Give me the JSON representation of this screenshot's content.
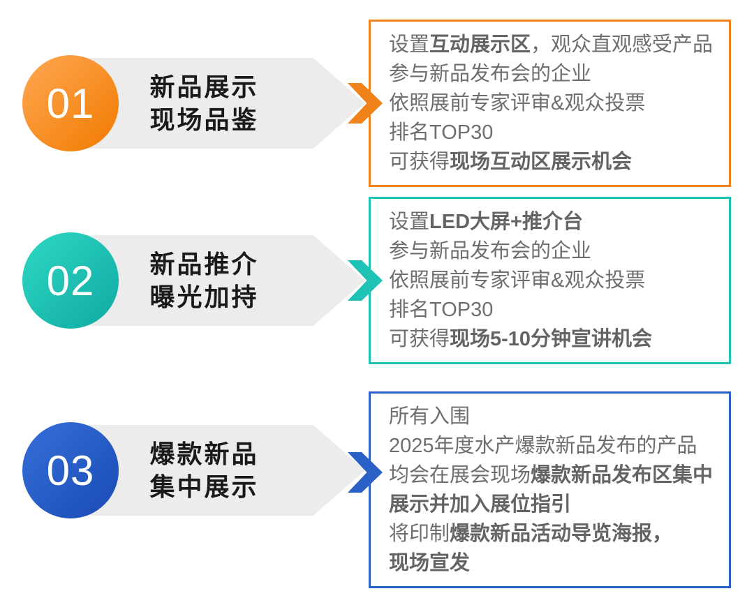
{
  "colors": {
    "background": "#FFFFFF",
    "banner_bg": "#ECECEC",
    "title_text": "#1A1A1A",
    "body_text": "#6E6E6E",
    "number_text": "#FFFFFF"
  },
  "sections": [
    {
      "number": "01",
      "title_lines": [
        "新品展示",
        "现场品鉴"
      ],
      "accent": "#F0821B",
      "circle_gradient": [
        "#FFA853",
        "#F17A00"
      ],
      "detail_lines": [
        {
          "segments": [
            {
              "text": "设置",
              "bold": false
            },
            {
              "text": "互动展示区",
              "bold": true
            },
            {
              "text": "，观众直观感受产品",
              "bold": false
            }
          ]
        },
        {
          "segments": [
            {
              "text": "参与新品发布会的企业",
              "bold": false
            }
          ]
        },
        {
          "segments": [
            {
              "text": "依照展前专家评审&观众投票",
              "bold": false
            }
          ]
        },
        {
          "segments": [
            {
              "text": "排名TOP30",
              "bold": false
            }
          ]
        },
        {
          "segments": [
            {
              "text": "可获得",
              "bold": false
            },
            {
              "text": "现场互动区展示机会",
              "bold": true
            }
          ]
        }
      ]
    },
    {
      "number": "02",
      "title_lines": [
        "新品推介",
        "曝光加持"
      ],
      "accent": "#1FC3B6",
      "circle_gradient": [
        "#2FD8C4",
        "#0FA9A2"
      ],
      "detail_lines": [
        {
          "segments": [
            {
              "text": "设置",
              "bold": false
            },
            {
              "text": "LED大屏+推介台",
              "bold": true
            }
          ]
        },
        {
          "segments": [
            {
              "text": "参与新品发布会的企业",
              "bold": false
            }
          ]
        },
        {
          "segments": [
            {
              "text": "依照展前专家评审&观众投票",
              "bold": false
            }
          ]
        },
        {
          "segments": [
            {
              "text": "排名TOP30",
              "bold": false
            }
          ]
        },
        {
          "segments": [
            {
              "text": "可获得",
              "bold": false
            },
            {
              "text": "现场5-10分钟宣讲机会",
              "bold": true
            }
          ]
        }
      ]
    },
    {
      "number": "03",
      "title_lines": [
        "爆款新品",
        "集中展示"
      ],
      "accent": "#2B61C6",
      "circle_gradient": [
        "#366FDA",
        "#194BB3"
      ],
      "detail_lines": [
        {
          "segments": [
            {
              "text": "所有入围",
              "bold": false
            }
          ]
        },
        {
          "segments": [
            {
              "text": "2025年度水产爆款新品发布的产品",
              "bold": false
            }
          ]
        },
        {
          "segments": [
            {
              "text": "均会在展会现场",
              "bold": false
            },
            {
              "text": "爆款新品发布区集中",
              "bold": true
            }
          ]
        },
        {
          "segments": [
            {
              "text": "展示并加入展位指引",
              "bold": true
            }
          ]
        },
        {
          "segments": [
            {
              "text": "将印制",
              "bold": false
            },
            {
              "text": "爆款新品活动导览海报，",
              "bold": true
            }
          ]
        },
        {
          "segments": [
            {
              "text": "现场宣发",
              "bold": true
            }
          ]
        }
      ]
    }
  ]
}
